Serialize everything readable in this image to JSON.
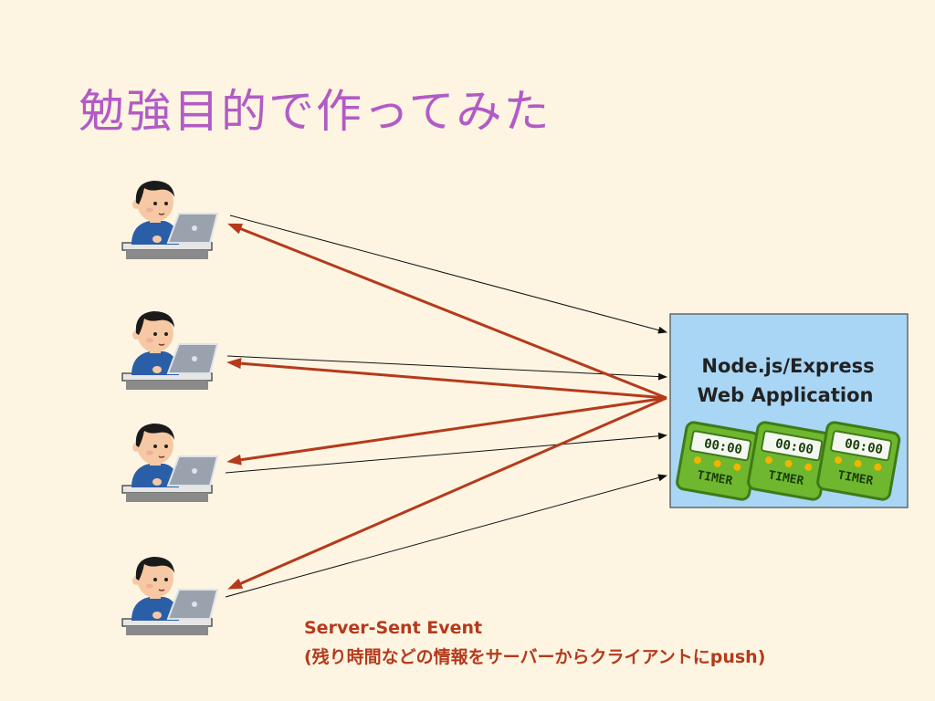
{
  "title": "勉強目的で作ってみた",
  "server": {
    "line1": "Node.js/Express",
    "line2": "Web Application"
  },
  "timers": [
    {
      "display": "00:00",
      "label": "TIMER"
    },
    {
      "display": "00:00",
      "label": "TIMER"
    },
    {
      "display": "00:00",
      "label": "TIMER"
    }
  ],
  "caption": {
    "line1": "Server-Sent Event",
    "line2": "(残り時間などの情報をサーバーからクライアントにpush)"
  },
  "colors": {
    "title": "#b25bc5",
    "server_box": "#a9d6f5",
    "push_arrow": "#b53a1c",
    "request_arrow": "#111111",
    "timer_body": "#6fb72f"
  }
}
